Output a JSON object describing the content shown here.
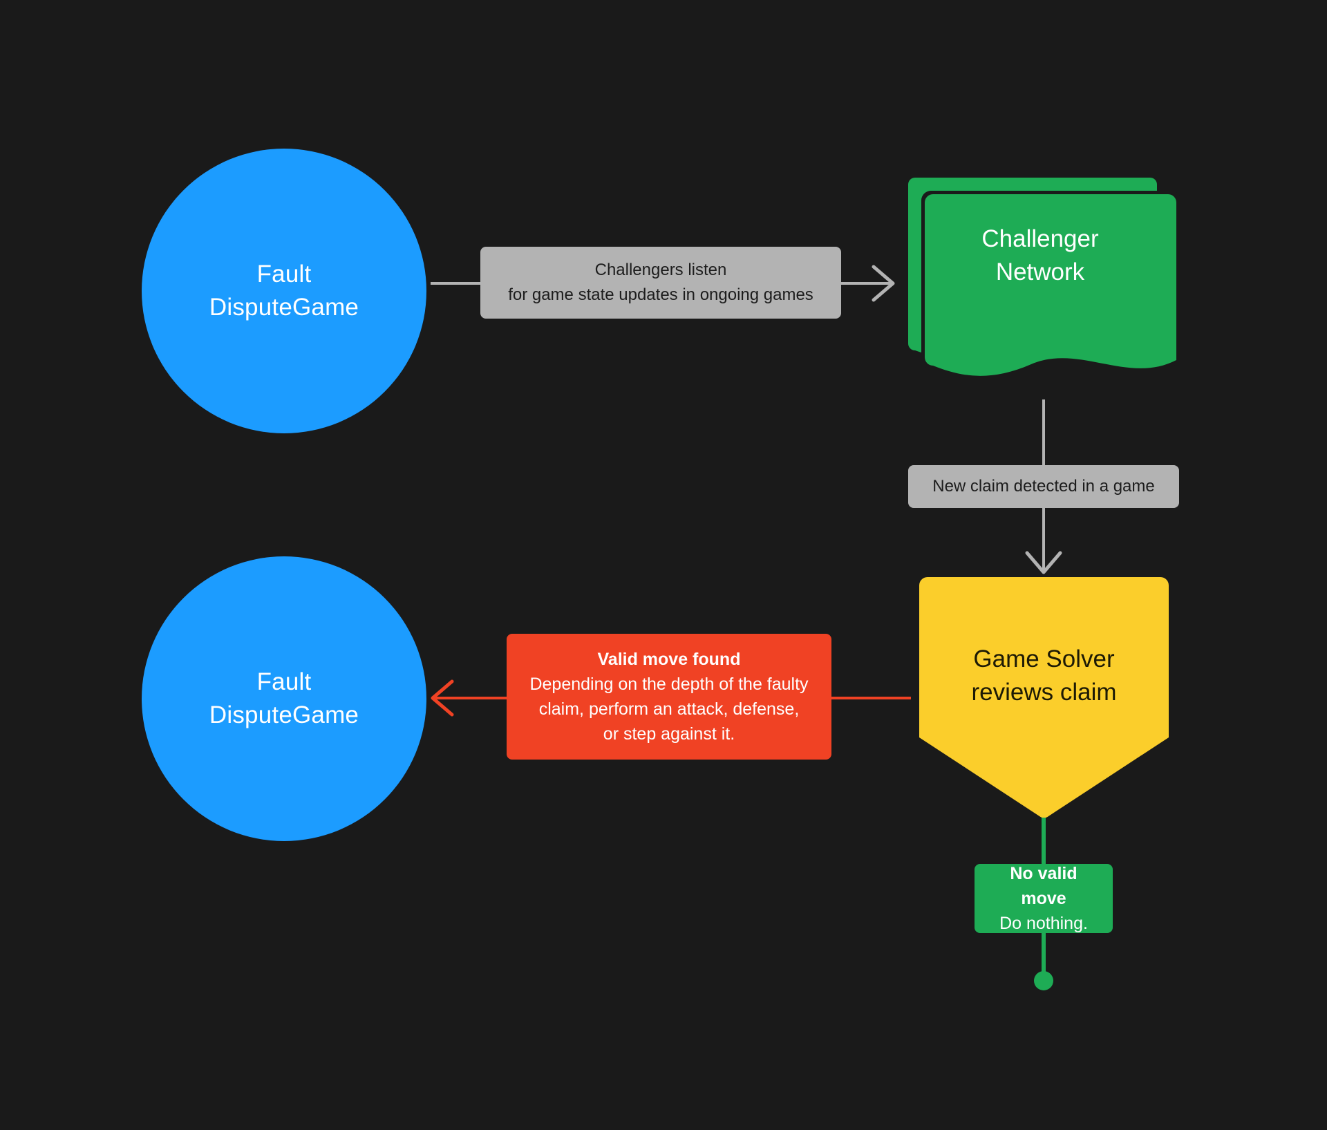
{
  "diagram": {
    "title": "Fault Dispute Game challenger flow",
    "background_color": "#1a1a1a",
    "nodes": {
      "fault_dispute_game_top": {
        "label_line1": "Fault",
        "label_line2": "DisputeGame",
        "shape": "circle",
        "color": "#1c9cff"
      },
      "challenger_network": {
        "label_line1": "Challenger",
        "label_line2": "Network",
        "shape": "stacked-document",
        "color": "#1eac55"
      },
      "game_solver": {
        "label_line1": "Game Solver",
        "label_line2": "reviews claim",
        "shape": "pentagon-down",
        "color": "#fbce2b"
      },
      "fault_dispute_game_bottom": {
        "label_line1": "Fault",
        "label_line2": "DisputeGame",
        "shape": "circle",
        "color": "#1c9cff"
      }
    },
    "edges": {
      "listen": {
        "line1": "Challengers listen",
        "line2": "for game state updates in ongoing games",
        "color": "#b3b3b3"
      },
      "new_claim": {
        "line1": "New claim detected in a game",
        "color": "#b3b3b3"
      },
      "valid_move": {
        "title": "Valid move found",
        "line1": "Depending on the depth of the faulty",
        "line2": "claim, perform an attack, defense,",
        "line3": "or step against it.",
        "color": "#f04224"
      },
      "no_valid_move": {
        "title": "No valid move",
        "line1": "Do nothing.",
        "color": "#1eac55"
      }
    }
  }
}
